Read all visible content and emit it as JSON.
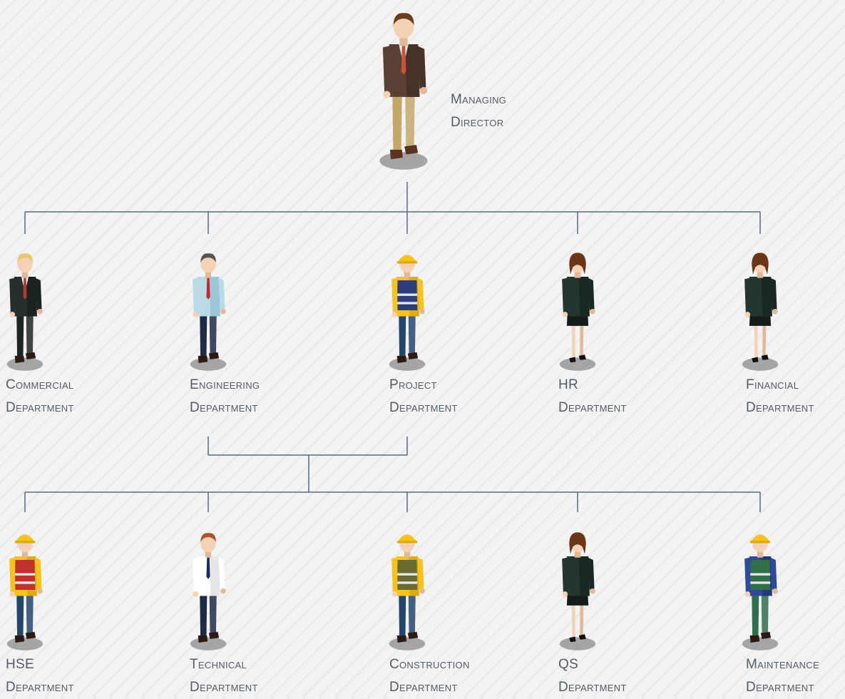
{
  "chart": {
    "root": {
      "name": "managing-director",
      "title": [
        "Managing",
        "Director"
      ],
      "role": "executive"
    },
    "departments": [
      {
        "name": "commercial",
        "title": [
          "Commercial",
          "Department"
        ],
        "role": "suit-man"
      },
      {
        "name": "engineering",
        "title": [
          "Engineering",
          "Department"
        ],
        "role": "shirt-tie"
      },
      {
        "name": "project",
        "title": [
          "Project",
          "Department"
        ],
        "role": "worker-blue"
      },
      {
        "name": "hr",
        "title": [
          "HR",
          "Department"
        ],
        "role": "woman"
      },
      {
        "name": "financial",
        "title": [
          "Financial",
          "Department"
        ],
        "role": "woman"
      }
    ],
    "sub_departments": [
      {
        "name": "hse",
        "title": [
          "HSE",
          "Department"
        ],
        "role": "worker-red"
      },
      {
        "name": "technical",
        "title": [
          "Technical",
          "Department"
        ],
        "role": "shirt-white"
      },
      {
        "name": "construction",
        "title": [
          "Construction",
          "Department"
        ],
        "role": "worker-olive"
      },
      {
        "name": "qs",
        "title": [
          "QS",
          "Department"
        ],
        "role": "woman"
      },
      {
        "name": "maintenance",
        "title": [
          "Maintenance",
          "Department"
        ],
        "role": "overalls"
      }
    ],
    "line_color": "#5a6a80",
    "text_color": "#555c63"
  }
}
